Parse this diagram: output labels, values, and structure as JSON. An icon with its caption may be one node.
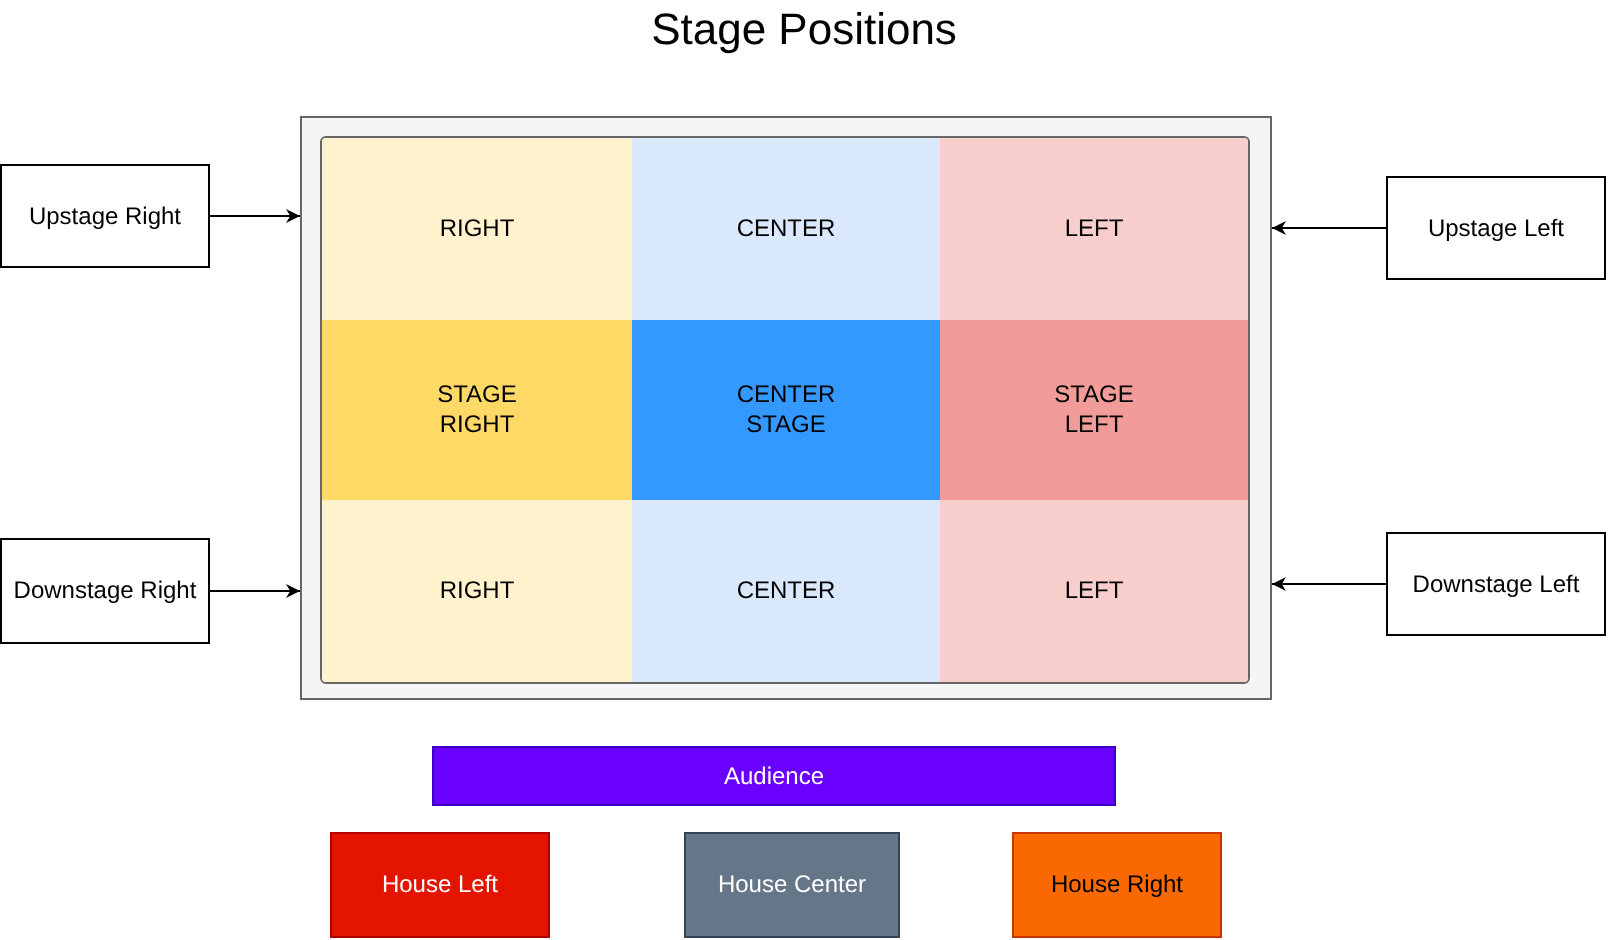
{
  "diagram": {
    "title": "Stage Positions",
    "nodes": [
      {
        "text": [],
        "shape": "box"
      },
      {
        "text": [
          "RIGHT"
        ],
        "in": 0
      },
      {
        "text": [
          "CENTER"
        ],
        "in": 0
      },
      {
        "text": [
          "LEFT"
        ],
        "in": 0
      },
      {
        "text": [
          "STAGE RIGHT"
        ],
        "in": 0
      },
      {
        "text": [
          "CENTER STAGE"
        ],
        "in": 0
      },
      {
        "text": [
          "STAGE LEFT"
        ],
        "in": 0
      },
      {
        "text": [
          "RIGHT"
        ],
        "in": 0
      },
      {
        "text": [
          "CENTER"
        ],
        "in": 0
      },
      {
        "text": [
          "LEFT"
        ],
        "in": 0
      },
      {
        "text": [
          "Upstage Right"
        ]
      },
      {
        "text": [
          "Upstage Left"
        ]
      },
      {
        "text": [
          "Downstage Right"
        ]
      },
      {
        "text": [
          "Downstage Left"
        ]
      },
      {
        "text": [
          "Audience"
        ]
      },
      {
        "text": [
          "House Left"
        ]
      },
      {
        "text": [
          "House Center"
        ]
      },
      {
        "text": [
          "House Right"
        ]
      }
    ],
    "edges": [
      {
        "from": 10,
        "to": 0,
        "arrow": "to"
      },
      {
        "from": 11,
        "to": 0,
        "arrow": "to"
      },
      {
        "from": 12,
        "to": 0,
        "arrow": "to"
      },
      {
        "from": 13,
        "to": 0,
        "arrow": "to"
      }
    ]
  }
}
